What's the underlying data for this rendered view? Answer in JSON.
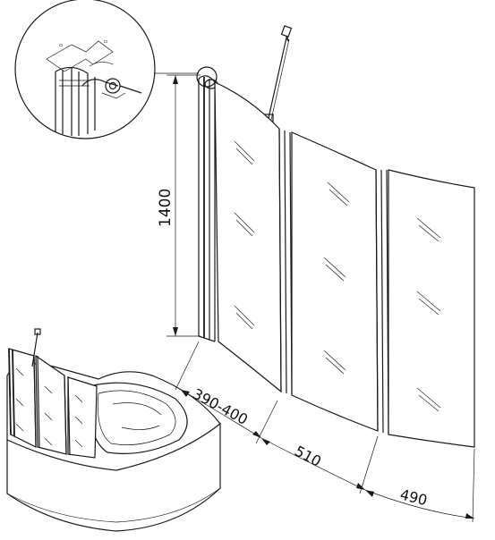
{
  "dimensions": {
    "height": "1400",
    "panel_1": "390-400",
    "panel_2": "510",
    "panel_3": "490"
  }
}
